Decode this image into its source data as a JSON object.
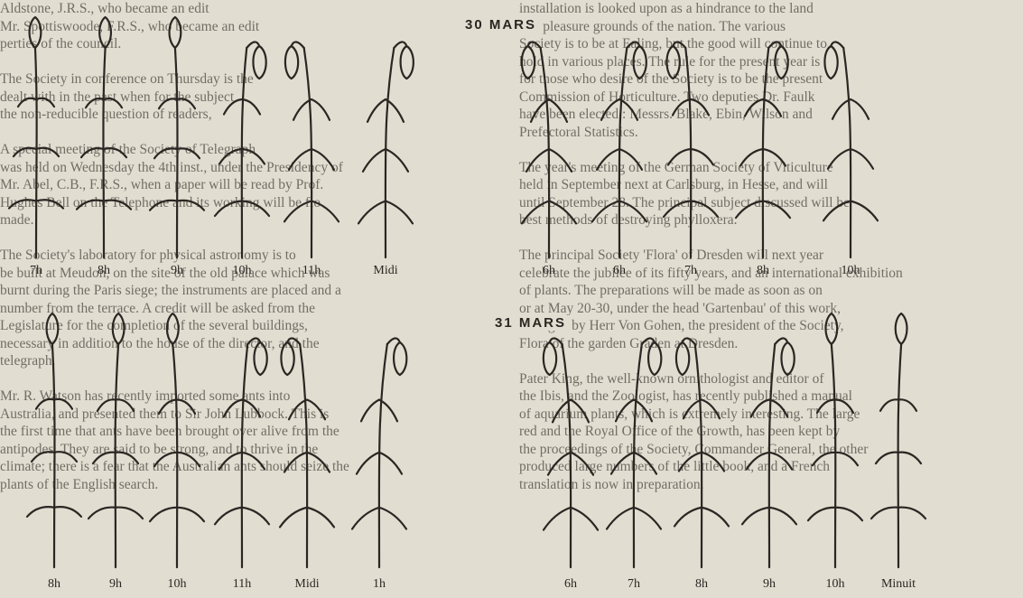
{
  "figure": {
    "date_top": "30 MARS",
    "date_bottom": "31 MARS"
  },
  "row_top": {
    "times": [
      "7h",
      "8h",
      "9h",
      "10h",
      "11h",
      "Midi",
      "6h",
      "6h",
      "7h",
      "8h",
      "10h"
    ]
  },
  "row_bottom": {
    "times": [
      "8h",
      "9h",
      "10h",
      "11h",
      "Midi",
      "1h",
      "6h",
      "7h",
      "8h",
      "9h",
      "10h",
      "Minuit"
    ]
  },
  "background_text": {
    "left_lines": [
      "Aldstone, J.R.S., who became an edit",
      "Mr. Spottiswoode, F.R.S., who became an edit",
      "perties of the council.",
      "",
      "The Society in conference on Thursday is the",
      "dealt with in the past when for the subject",
      "the non-reducible question of readers,",
      "",
      "A special meeting of the Society of Telegraph",
      "was held on Wednesday the 4th inst., under the Presidency of",
      "Mr. Abel, C.B., F.R.S., when a paper will be read by Prof.",
      "Hughes Bell on the Telephone and its working will be flo",
      "made.",
      "",
      "The Society's laboratory for physical astronomy is to",
      "be built at Meudon, on the site of the old palace which was",
      "burnt during the Paris siege; the instruments are placed and a",
      "number from the terrace. A credit will be asked from the",
      "Legislature for the completion of the several buildings,",
      "necessary in addition to the house of the director, and the",
      "telegraph.",
      "",
      "Mr. R. Watson has recently imported some ants into",
      "Australia, and presented them to Sir John Lubbock. This is",
      "the first time that ants have been brought over alive from the",
      "antipodes. They are said to be strong, and to thrive in the",
      "climate; there is a fear that the Australian ants should seize the",
      "plants of the English search."
    ],
    "right_lines": [
      "installation is looked upon as a hindrance to the land",
      "and pleasure grounds of the nation. The various",
      "Society is to be at Ealing, but the good will continue to",
      "hold in various places. The rule for the present year is",
      "for those who desire of the Society is to be the present",
      "Commission of Horticulture. Two deputies Dr. Faulk",
      "have been elected : Messrs. Blake, Ebin, Wilson and",
      "Prefectoral Statistics.",
      "",
      "The year's meeting of the German Society of Viticulture",
      "held in September next at Carlsburg, in Hesse, and will",
      "until September 28. The principal subject discussed will be",
      "best methods of destroying phylloxera.",
      "",
      "The principal Society 'Flora' of Dresden will next year",
      "celebrate the jubilee of its fifty years, and an international exhibition",
      "of plants. The preparations will be made as soon as on",
      "or at May 20-30, under the head 'Gartenbau' of this work,",
      "arranged by Herr Von Gohen, the president of the Society,",
      "Flora of the garden Graden at Dresden.",
      "",
      "Pater King, the well-known ornithologist and editor of",
      "the Ibis, and the Zoologist, has recently published a manual",
      "of aquarium plants, which is extremely interesting. The large",
      "red and the Royal Office of the Growth, has been kept by",
      "the proceedings of the Society, Commander General, the other",
      "produced large numbers of the little book, and a French",
      "translation is now in preparation."
    ]
  }
}
